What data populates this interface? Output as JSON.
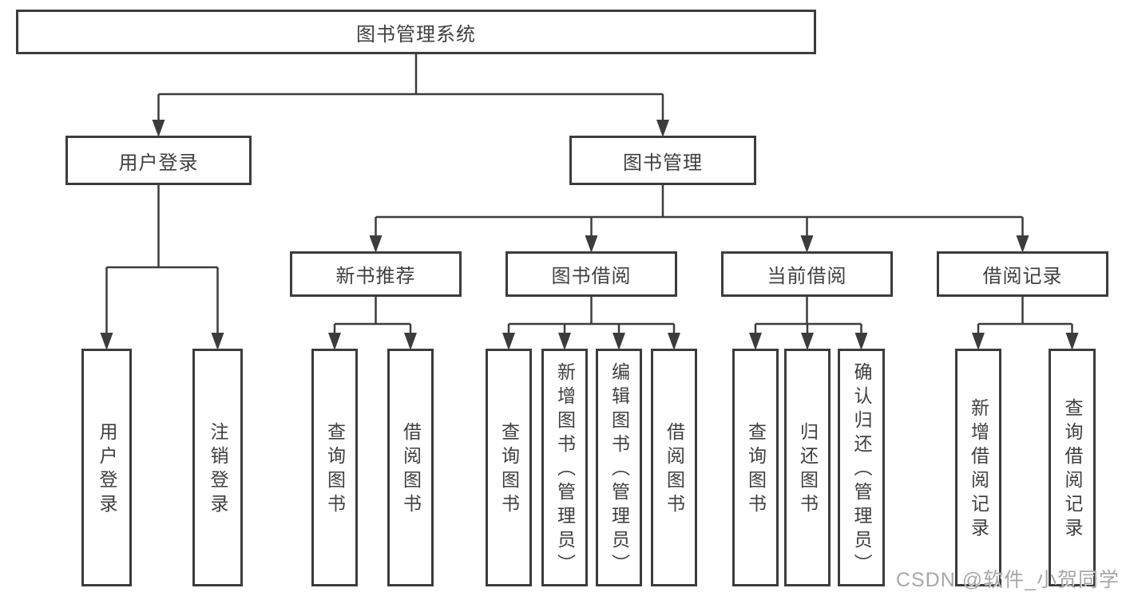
{
  "diagram": {
    "title": "图书管理系统",
    "watermark": "CSDN @软件_小贺同学",
    "colors": {
      "line": "#3c3c3c",
      "box_border": "#3c3c3c",
      "box_bg": "#ffffff",
      "text": "#3f3f3f",
      "watermark": "#a3a3a3"
    },
    "nodes": [
      {
        "id": "root",
        "label": "图书管理系统"
      },
      {
        "id": "user-login",
        "label": "用户登录"
      },
      {
        "id": "book-mgmt",
        "label": "图书管理"
      },
      {
        "id": "new-book-rec",
        "label": "新书推荐"
      },
      {
        "id": "book-borrow",
        "label": "图书借阅"
      },
      {
        "id": "cur-borrow",
        "label": "当前借阅"
      },
      {
        "id": "borrow-rec",
        "label": "借阅记录"
      },
      {
        "id": "ul-login",
        "label": "用户登录"
      },
      {
        "id": "ul-logout",
        "label": "注销登录"
      },
      {
        "id": "nr-query",
        "label": "查询图书"
      },
      {
        "id": "nr-borrow",
        "label": "借阅图书"
      },
      {
        "id": "bb-query",
        "label": "查询图书"
      },
      {
        "id": "bb-add",
        "label": "新增图书（管理员）"
      },
      {
        "id": "bb-edit",
        "label": "编辑图书（管理员）"
      },
      {
        "id": "bb-borrow",
        "label": "借阅图书"
      },
      {
        "id": "cb-query",
        "label": "查询图书"
      },
      {
        "id": "cb-return",
        "label": "归还图书"
      },
      {
        "id": "cb-confirm",
        "label": "确认归还（管理员）"
      },
      {
        "id": "br-add",
        "label": "新增借阅记录"
      },
      {
        "id": "br-query",
        "label": "查询借阅记录"
      }
    ],
    "edges": [
      {
        "parent": "root",
        "children": [
          "user-login",
          "book-mgmt"
        ]
      },
      {
        "parent": "user-login",
        "children": [
          "ul-login",
          "ul-logout"
        ]
      },
      {
        "parent": "book-mgmt",
        "children": [
          "new-book-rec",
          "book-borrow",
          "cur-borrow",
          "borrow-rec"
        ]
      },
      {
        "parent": "new-book-rec",
        "children": [
          "nr-query",
          "nr-borrow"
        ]
      },
      {
        "parent": "book-borrow",
        "children": [
          "bb-query",
          "bb-add",
          "bb-edit",
          "bb-borrow"
        ]
      },
      {
        "parent": "cur-borrow",
        "children": [
          "cb-query",
          "cb-return",
          "cb-confirm"
        ]
      },
      {
        "parent": "borrow-rec",
        "children": [
          "br-add",
          "br-query"
        ]
      }
    ]
  }
}
